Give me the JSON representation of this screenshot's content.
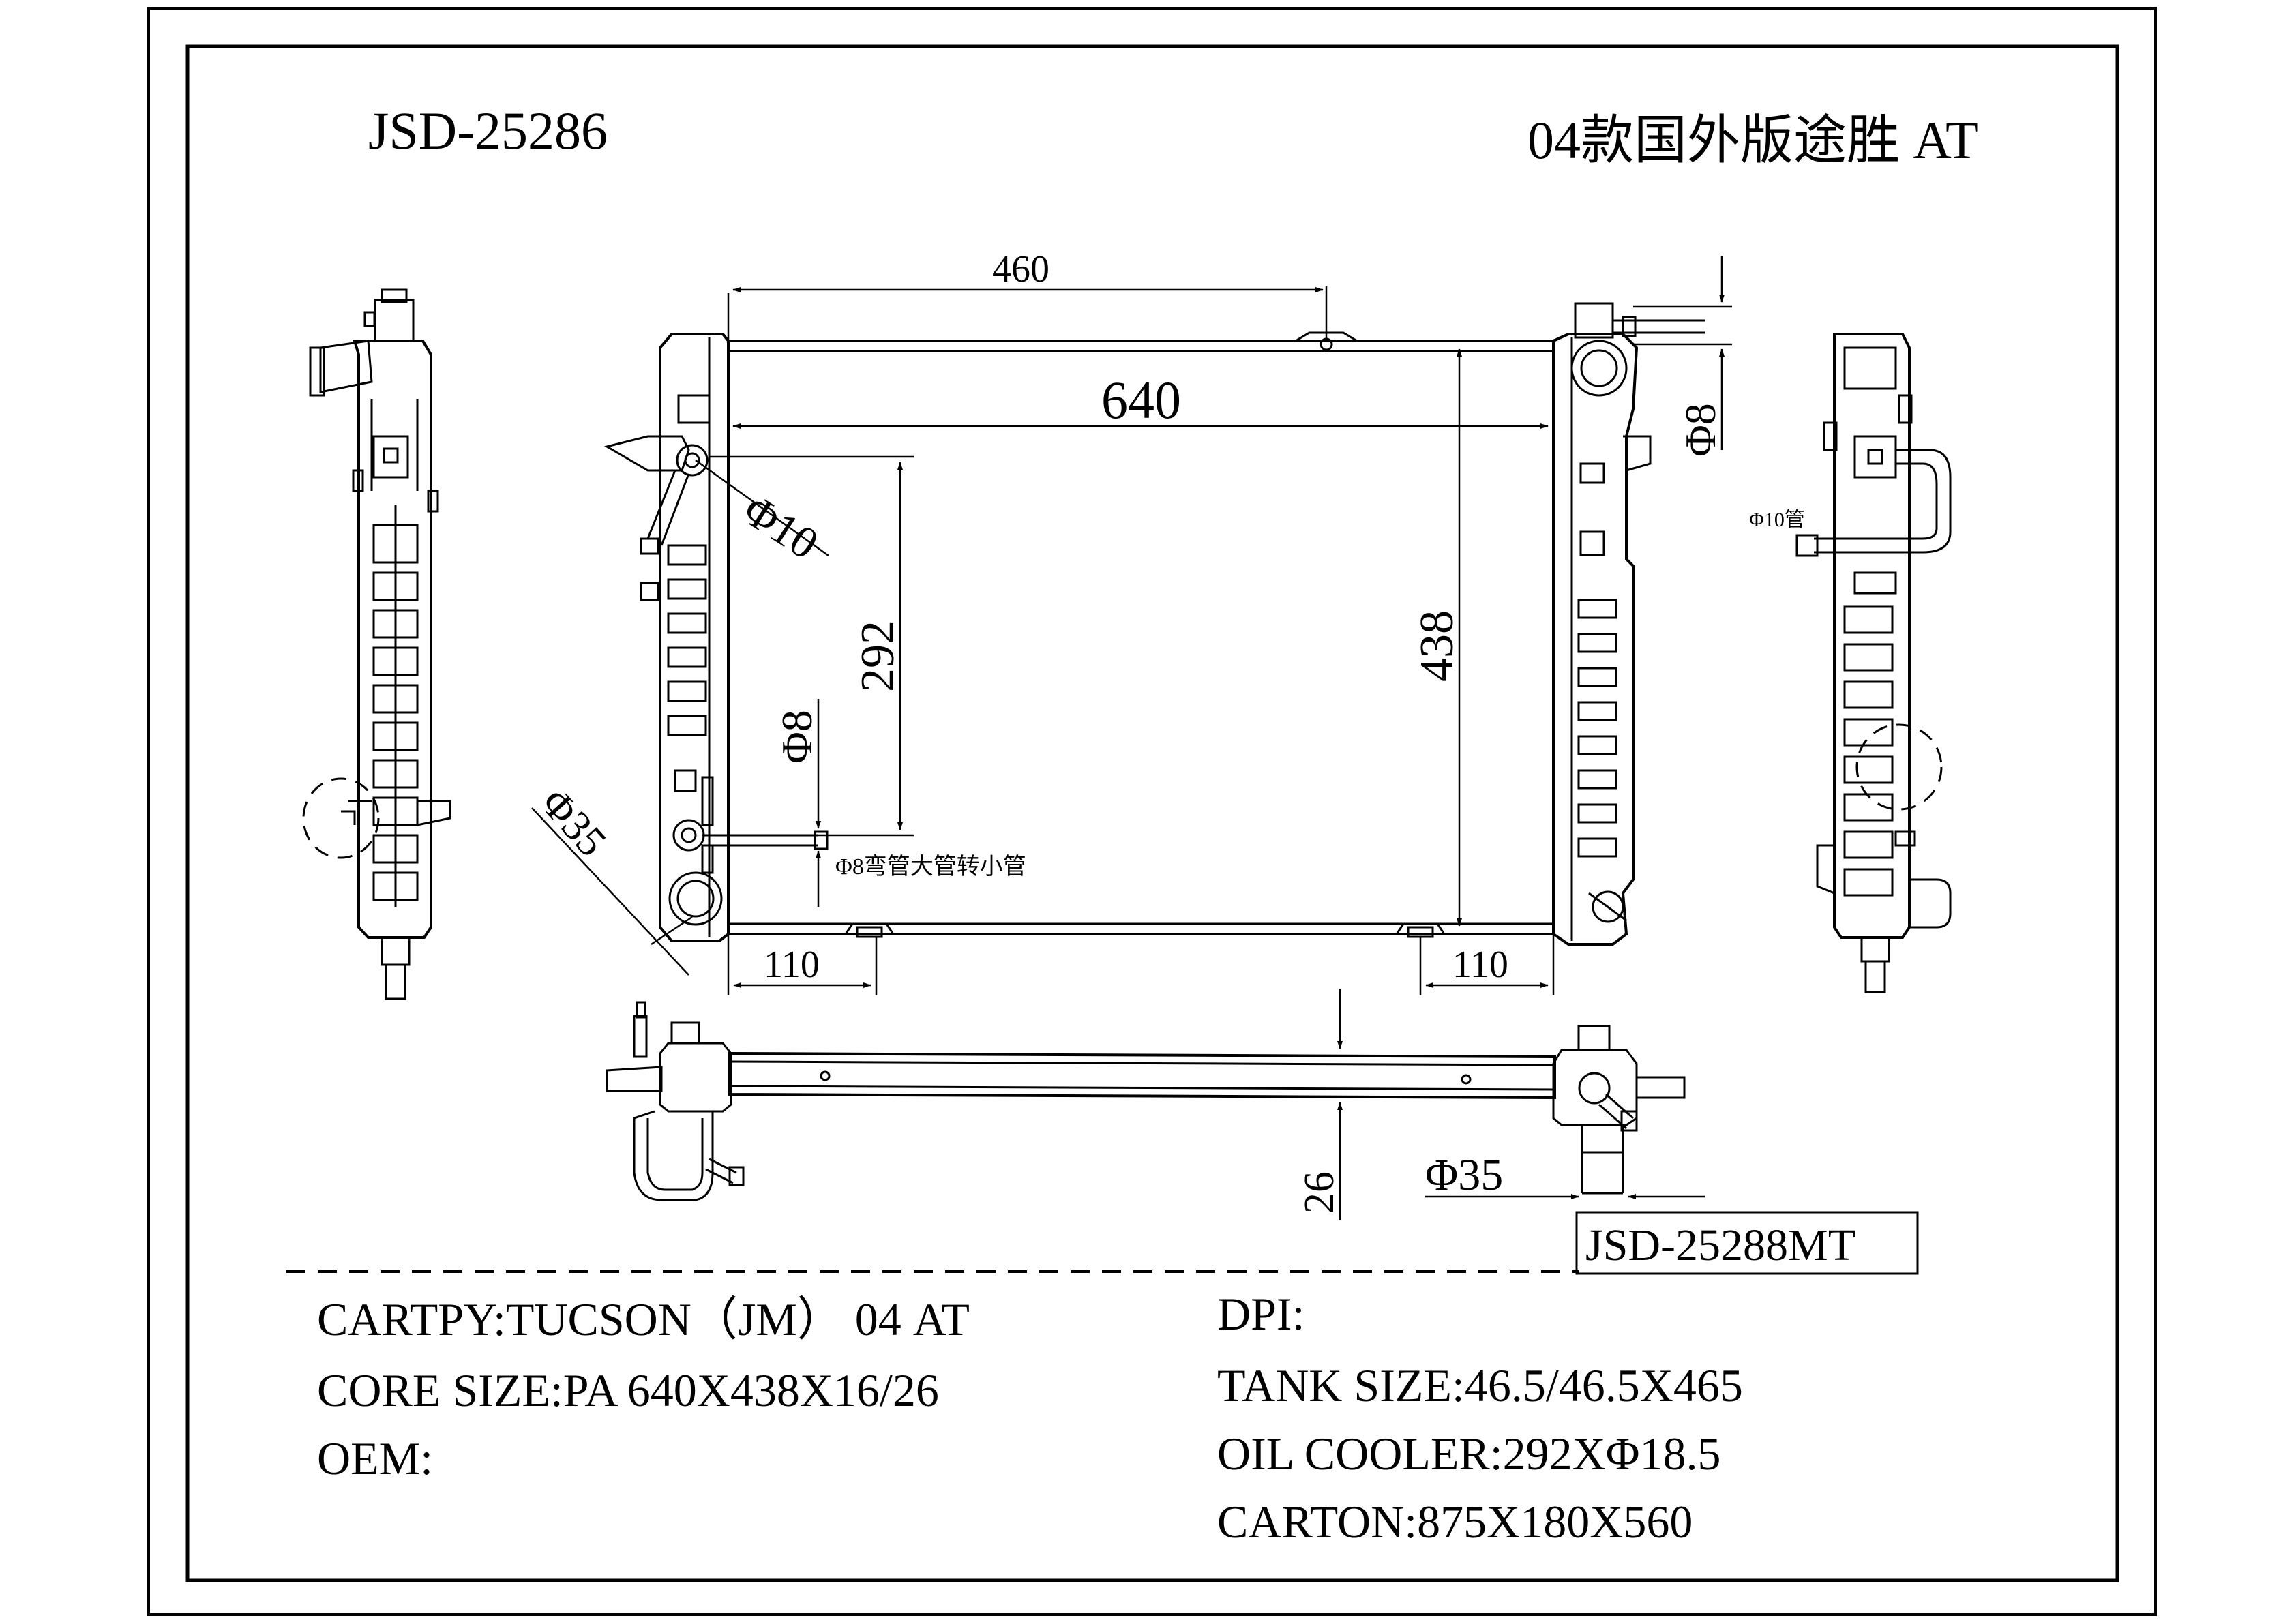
{
  "header": {
    "model_code": "JSD-25286",
    "title_cn": "04款国外版途胜 AT",
    "alt_model_code": "JSD-25288MT"
  },
  "dimensions": {
    "top_width": "460",
    "core_width": "640",
    "oil_cooler_length": "292",
    "core_height": "438",
    "pipe_dia_10": "Φ10",
    "pipe_dia_8_left": "Φ8",
    "pipe_dia_8_right": "Φ8",
    "inlet_dia_35": "Φ35",
    "outlet_dia_35": "Φ35",
    "bracket_left": "110",
    "bracket_right": "110",
    "core_thickness": "26",
    "note_pipe_8": "Φ8弯管大管转小管",
    "note_pipe_10": "Φ10管"
  },
  "specs": {
    "cartpy": "CARTPY:TUCSON（JM） 04 AT",
    "core_size": "CORE SIZE:PA 640X438X16/26",
    "oem": "OEM:",
    "dpi": "DPI:",
    "tank_size": "TANK SIZE:46.5/46.5X465",
    "oil_cooler": "OIL COOLER:292XΦ18.5",
    "carton": "CARTON:875X180X560"
  }
}
